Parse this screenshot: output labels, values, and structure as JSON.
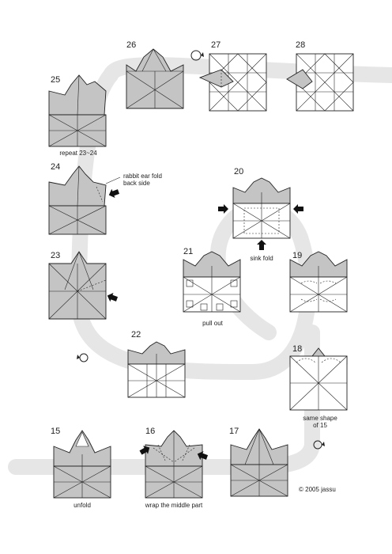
{
  "steps": {
    "s15": {
      "num": "15",
      "caption": "unfold"
    },
    "s16": {
      "num": "16",
      "caption": "wrap the middle part"
    },
    "s17": {
      "num": "17"
    },
    "s18": {
      "num": "18",
      "caption": "same shape\nof 15"
    },
    "s19": {
      "num": "19"
    },
    "s20": {
      "num": "20",
      "caption": "sink fold"
    },
    "s21": {
      "num": "21",
      "caption": "pull out"
    },
    "s22": {
      "num": "22"
    },
    "s23": {
      "num": "23"
    },
    "s24": {
      "num": "24",
      "caption": "rabbit ear fold\nback side"
    },
    "s25": {
      "num": "25",
      "caption": "repeat 23~24"
    },
    "s26": {
      "num": "26"
    },
    "s27": {
      "num": "27"
    },
    "s28": {
      "num": "28"
    }
  },
  "copyright": "© 2005 jassu",
  "colors": {
    "path": "#e6e6e6",
    "paper": "#c4c4c4",
    "line": "#222222",
    "background": "#ffffff"
  },
  "icons": [
    "turn-over-icon",
    "push-arrow-icon"
  ]
}
